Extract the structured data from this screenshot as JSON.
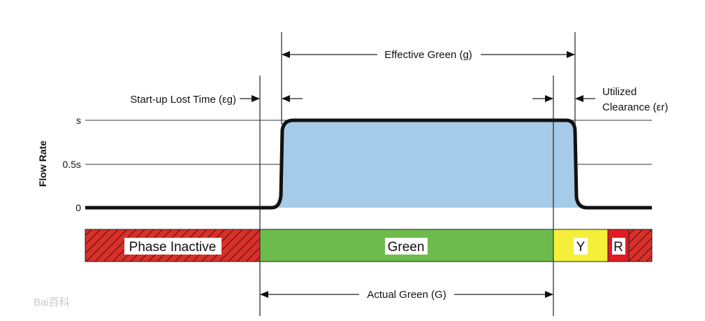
{
  "diagram": {
    "y_axis_label": "Flow Rate",
    "y_ticks": [
      "s",
      "0.5s",
      "0"
    ],
    "effective_green": "Effective Green (g)",
    "startup_lost_time": "Start-up Lost Time (εg)",
    "utilized_clearance": [
      "Utilized",
      "Clearance (εr)"
    ],
    "actual_green": "Actual Green (G)",
    "bar": {
      "phase_inactive": "Phase Inactive",
      "green": "Green",
      "yellow": "Y",
      "red": "R"
    },
    "colors": {
      "flow_fill": "#a6cbe8",
      "green": "#6cbb4c",
      "yellow": "#f5ef3a",
      "red": "#e01b24",
      "hatch_red": "#d9302a"
    },
    "watermark": "Bai百科"
  }
}
